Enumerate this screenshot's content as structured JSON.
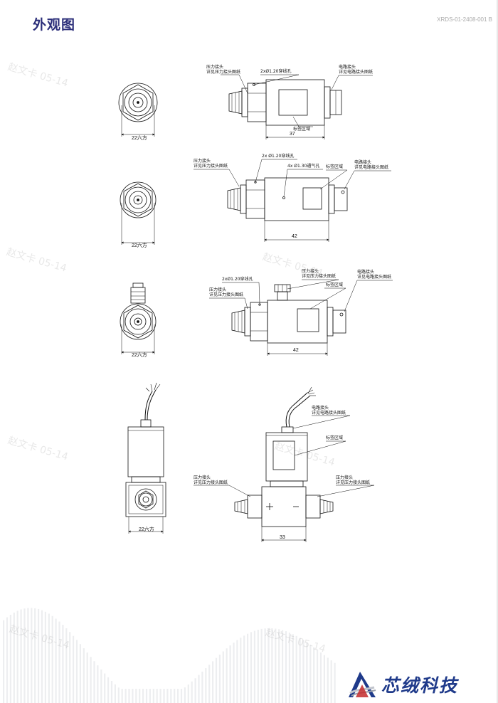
{
  "header": {
    "title": "外观图",
    "doc_code": "XRDS-01-2408-001 B"
  },
  "watermark": "赵文卡 05-14",
  "views": [
    {
      "hex_label": "22六方",
      "length": "37",
      "callouts": {
        "pressure": [
          "压力接头",
          "详见压力接头图纸"
        ],
        "hole": "2xØ1.20穿线孔",
        "circuit": [
          "电路接头",
          "详见电路接头图纸"
        ],
        "tag": "标签区域"
      }
    },
    {
      "hex_label": "22六方",
      "length": "42",
      "callouts": {
        "pressure": [
          "压力接头",
          "详见压力接头图纸"
        ],
        "hole": "2x Ø1.20穿线孔",
        "vent": "4x Ø1.30通气孔",
        "tag": "标签区域",
        "circuit": [
          "电路接头",
          "详见电路接头图纸"
        ]
      }
    },
    {
      "hex_label": "22六方",
      "length": "42",
      "callouts": {
        "hole": "2xØ1.20穿线孔",
        "pressure_top": [
          "压力接头",
          "详见压力接头图纸"
        ],
        "circuit": [
          "电路接头",
          "详见电路接头图纸"
        ],
        "pressure": [
          "压力接头",
          "详见压力接头图纸"
        ],
        "tag": "标签区域"
      }
    },
    {
      "hex_label": "22六方",
      "length": "33",
      "callouts": {
        "circuit": [
          "电路接头",
          "详见电路接头图纸"
        ],
        "tag": "标签区域",
        "pressure_left": [
          "压力接头",
          "详见压力接头图纸"
        ],
        "pressure_right": [
          "压力接头",
          "详见压力接头图纸"
        ]
      }
    }
  ],
  "brand": {
    "name": "芯绒科技",
    "color": "#1f3a8a"
  }
}
